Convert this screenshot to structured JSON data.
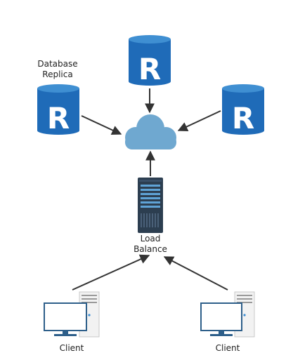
{
  "nodes": {
    "replica_top": {
      "letter": "R"
    },
    "replica_left": {
      "letter": "R",
      "label": "Database\nReplica"
    },
    "replica_right": {
      "letter": "R"
    },
    "cloud": {},
    "load_balancer": {
      "label": "Load\nBalance"
    },
    "client_left": {
      "label": "Client"
    },
    "client_right": {
      "label": "Client"
    }
  },
  "colors": {
    "cylinder_top": "#3f8fd2",
    "cylinder_body": "#1f6bb8",
    "cloud": "#6fa8d0",
    "server_dark": "#2c3e50",
    "monitor_frame": "#2e5f8a",
    "arrow": "#333333"
  }
}
